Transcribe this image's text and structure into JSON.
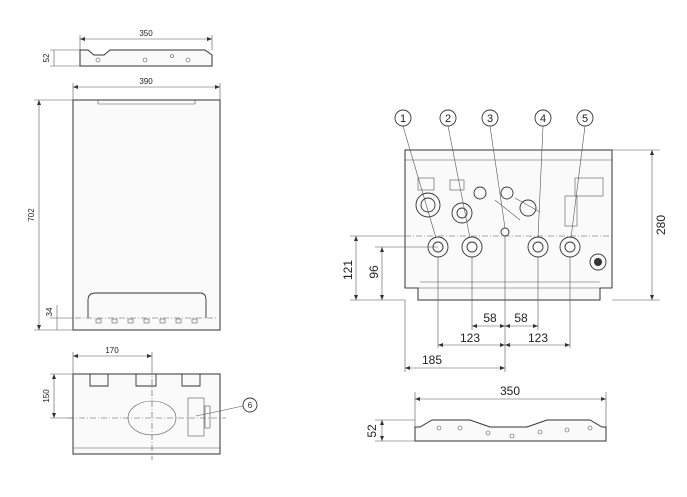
{
  "left_view": {
    "top_bracket": {
      "width": "350",
      "depth": "52"
    },
    "front": {
      "width": "390",
      "height": "702",
      "bottom_offset": "34"
    },
    "bottom_view": {
      "offset": "170",
      "depth": "150",
      "callout": "6"
    }
  },
  "right_view": {
    "callouts": [
      "1",
      "2",
      "3",
      "4",
      "5"
    ],
    "height": "280",
    "vertical": [
      "121",
      "96"
    ],
    "horizontal": {
      "d58a": "58",
      "d58b": "58",
      "d123a": "123",
      "d123b": "123",
      "d185": "185"
    },
    "bracket": {
      "width": "350",
      "depth": "52"
    }
  },
  "colors": {
    "line": "#333333",
    "background": "#ffffff"
  }
}
